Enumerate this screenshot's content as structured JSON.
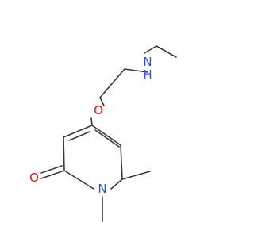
{
  "atoms": {
    "o_ether": {
      "label": "O",
      "color": "#ff0d0d"
    },
    "o_carbonyl": {
      "label": "O",
      "color": "#ff0d0d"
    },
    "n_amine": {
      "label": "N",
      "color": "#3050f8"
    },
    "h_amine": {
      "label": "H",
      "color": "#3050f8"
    },
    "n_ring": {
      "label": "N",
      "color": "#3050f8"
    }
  },
  "colors": {
    "bond": "#3a3a3a",
    "background": "#ffffff"
  }
}
